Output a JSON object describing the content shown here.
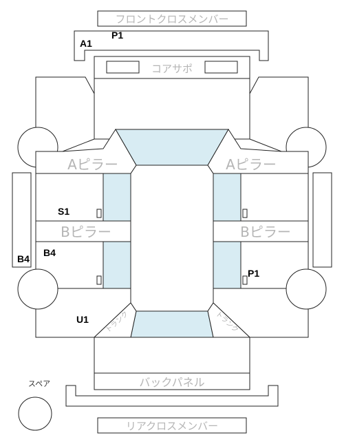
{
  "parts": {
    "front_cross_member": "フロントクロスメンバー",
    "core_support": "コアサポ",
    "a_pillar_left": "Aピラー",
    "a_pillar_right": "Aピラー",
    "b_pillar_left": "Bピラー",
    "b_pillar_right": "Bピラー",
    "back_panel": "バックパネル",
    "rear_cross_member": "リアクロスメンバー",
    "spare": "スペア",
    "trunk_left": "トランク",
    "trunk_right": "トランク"
  },
  "codes": {
    "front_upper_left": "A1",
    "front_upper_right": "P1",
    "left_mid": "S1",
    "left_rear_body": "B4",
    "left_rocker": "B4",
    "right_rear": "P1",
    "rear_left": "U1"
  },
  "colors": {
    "glass": "#d8ecf3",
    "part_label": "#b5b5b5",
    "outline": "#222222"
  }
}
